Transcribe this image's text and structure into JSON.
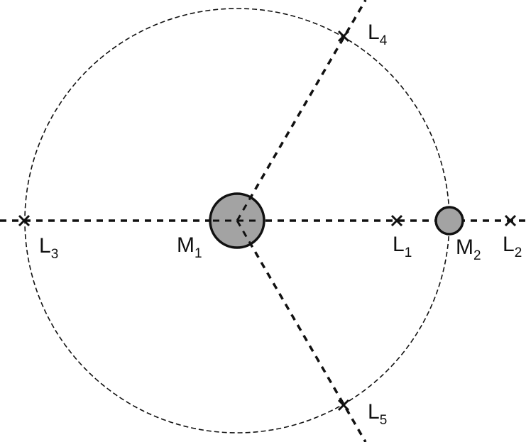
{
  "diagram": {
    "labels": {
      "l1": {
        "main": "L",
        "sub": "1"
      },
      "l2": {
        "main": "L",
        "sub": "2"
      },
      "l3": {
        "main": "L",
        "sub": "3"
      },
      "l4": {
        "main": "L",
        "sub": "4"
      },
      "l5": {
        "main": "L",
        "sub": "5"
      },
      "m1": {
        "main": "M",
        "sub": "1"
      },
      "m2": {
        "main": "M",
        "sub": "2"
      }
    },
    "colors": {
      "line": "#111111",
      "body_fill": "#a3a3a3",
      "background": "#ffffff"
    }
  }
}
